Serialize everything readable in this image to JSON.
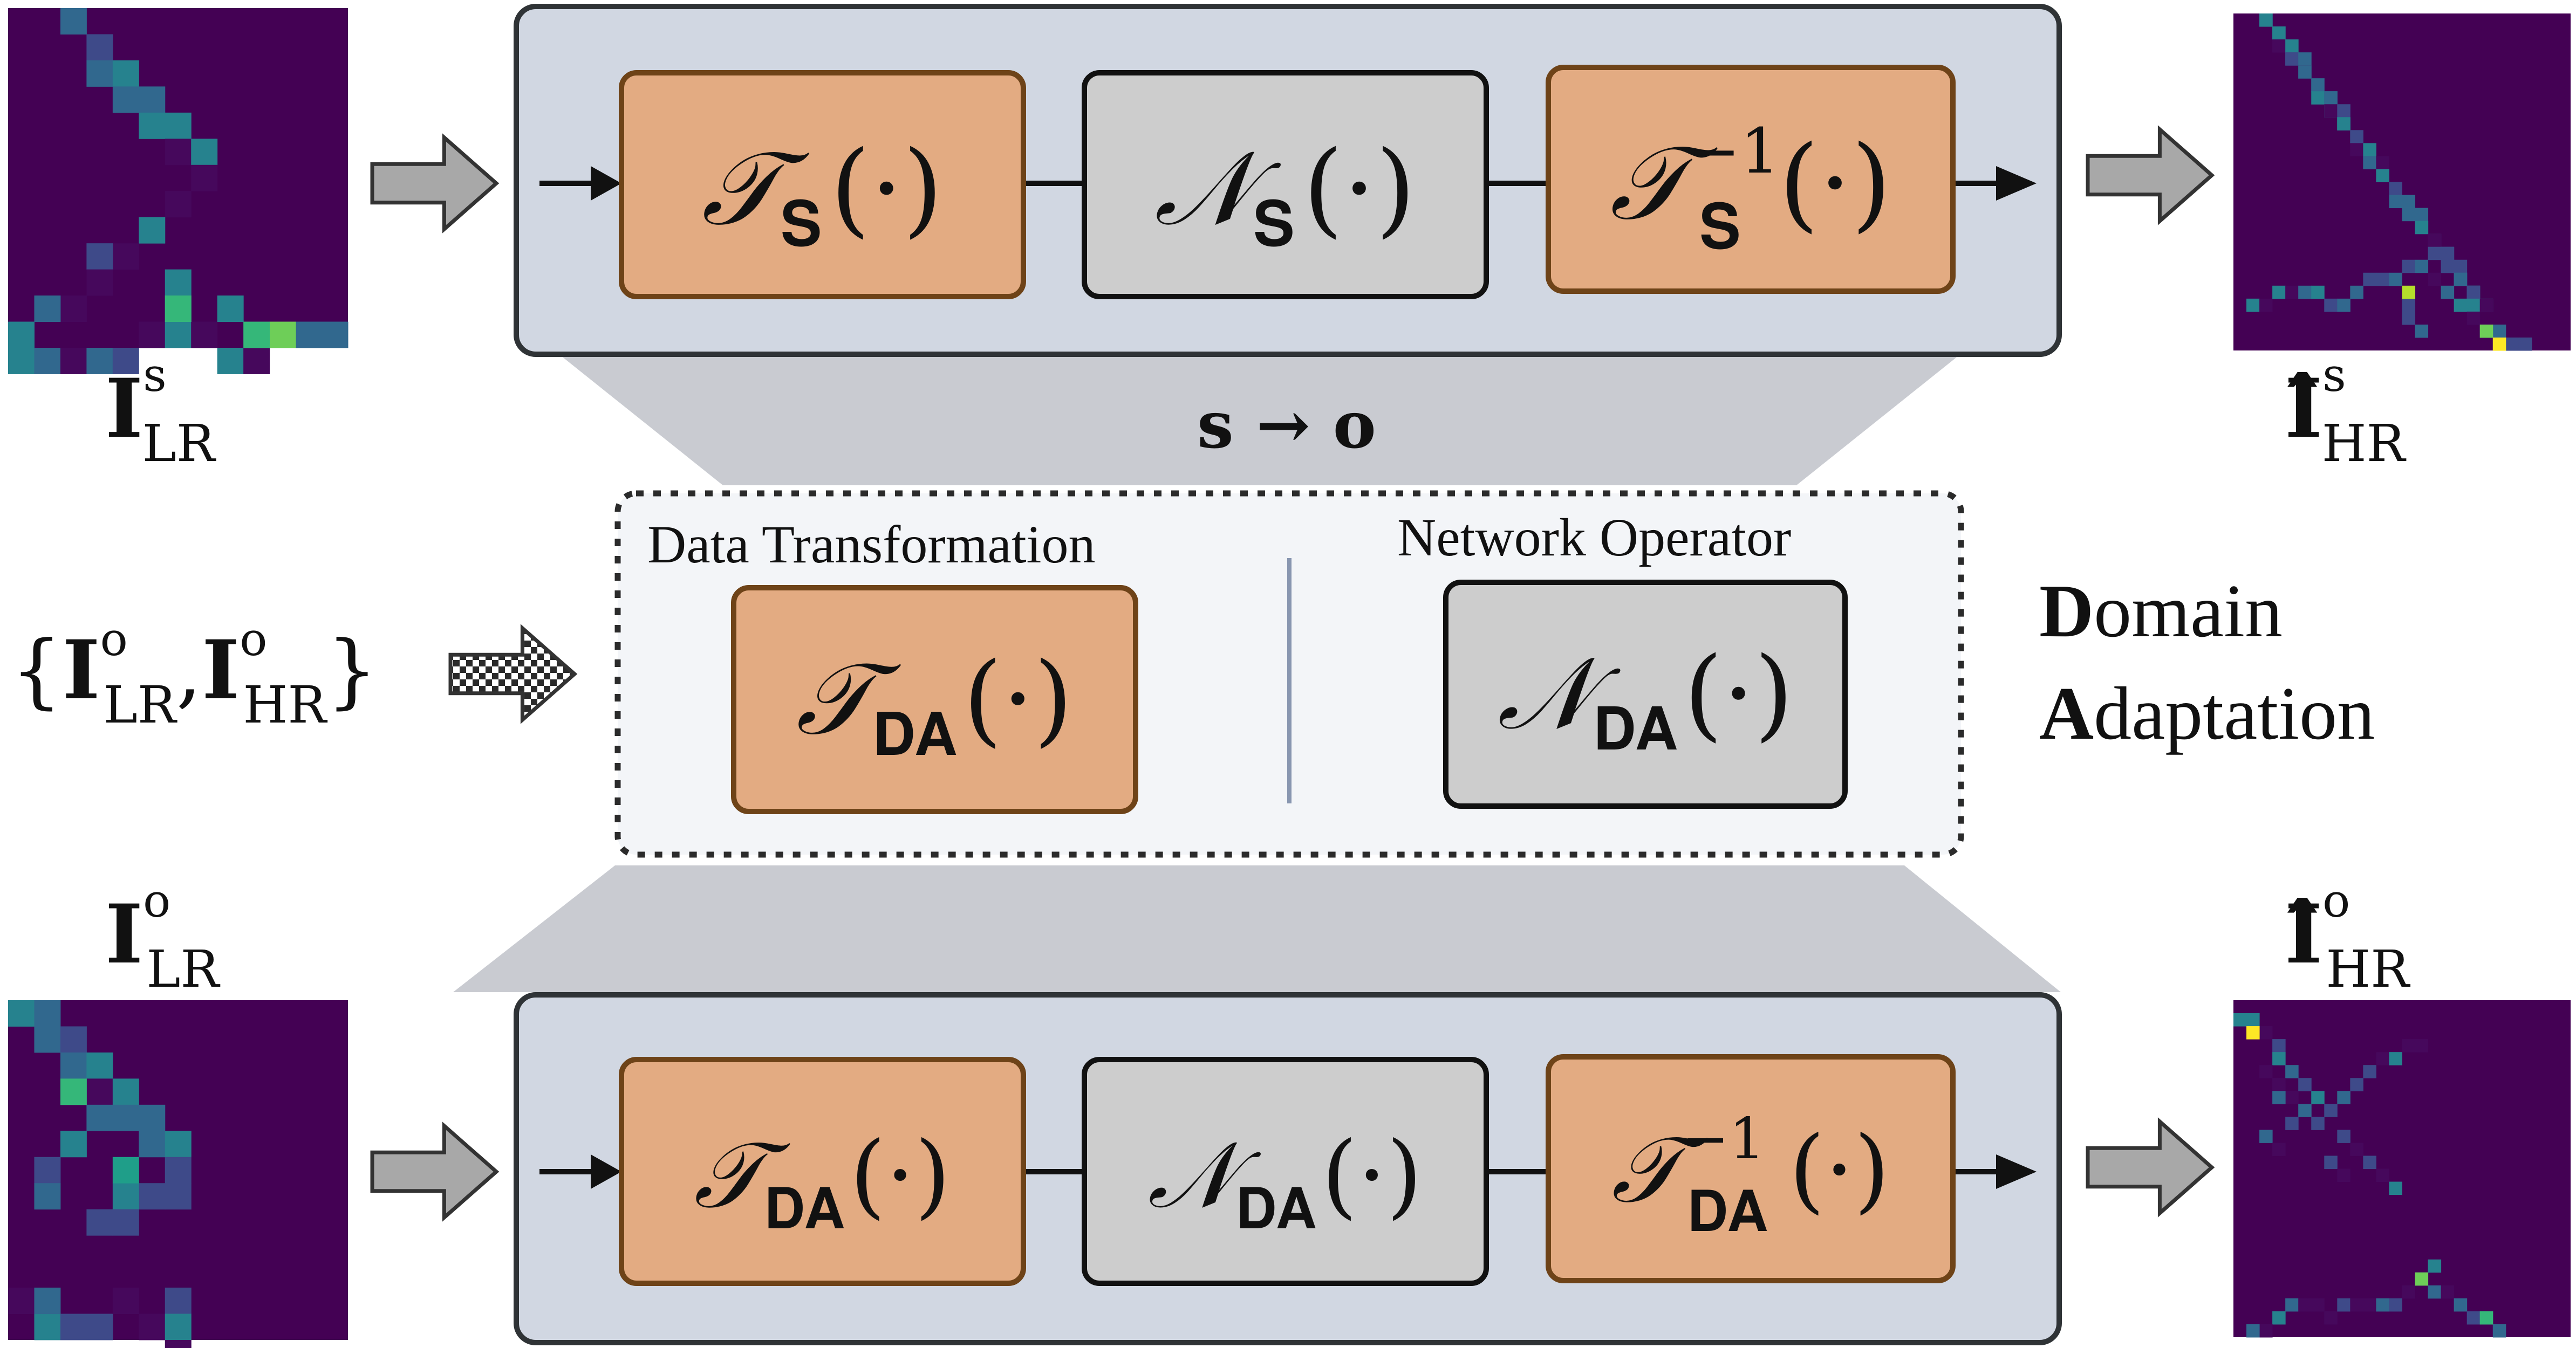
{
  "colors": {
    "orange_box": "#E3AB82",
    "orange_border": "#6E4318",
    "gray_box": "#CDCDCD",
    "panel_fill": "#D1D7E2",
    "panel_border": "#2F3336",
    "funnel": "#C9CBD1",
    "middle_fill": "#F3F5F8",
    "divider": "#8896B0",
    "arrow_gray": "#A8A8A8",
    "viridis_dark": "#440154"
  },
  "top_pipeline": {
    "boxes": [
      {
        "main": "𝒯",
        "sub": "𝐒",
        "sup": "",
        "arg": "(·)",
        "kind": "orange"
      },
      {
        "main": "𝒩",
        "sub": "𝐒",
        "sup": "",
        "arg": "(·)",
        "kind": "gray"
      },
      {
        "main": "𝒯",
        "sub": "𝐒",
        "sup": "−1",
        "arg": "(·)",
        "kind": "orange"
      }
    ]
  },
  "bottom_pipeline": {
    "boxes": [
      {
        "main": "𝒯",
        "sub": "𝐃𝐀",
        "sup": "",
        "arg": "(·)",
        "kind": "orange"
      },
      {
        "main": "𝒩",
        "sub": "𝐃𝐀",
        "sup": "",
        "arg": "(·)",
        "kind": "gray"
      },
      {
        "main": "𝒯",
        "sub": "𝐃𝐀",
        "sup": "−1",
        "arg": "(·)",
        "kind": "orange"
      }
    ]
  },
  "mapping_label": "𝐬 → 𝐨",
  "domain_adaptation": {
    "data_transformation_label": "Data Transformation",
    "network_operator_label": "Network Operator",
    "transform_box": {
      "main": "𝒯",
      "sub": "𝐃𝐀",
      "arg": "(·)"
    },
    "operator_box": {
      "main": "𝒩",
      "sub": "𝐃𝐀",
      "arg": "(·)"
    },
    "title_line1_initial": "D",
    "title_line1_rest": "omain",
    "title_line2_initial": "A",
    "title_line2_rest": "daptation"
  },
  "side_labels": {
    "top_input": {
      "main": "𝐈",
      "sup": "s",
      "sub": "LR"
    },
    "top_output": {
      "main": "𝐈̂",
      "sup": "s",
      "sub": "HR"
    },
    "bottom_input": {
      "main": "𝐈",
      "sup": "o",
      "sub": "LR"
    },
    "bottom_output": {
      "main": "𝐈̂",
      "sup": "o",
      "sub": "HR"
    },
    "data_set": {
      "open": "{",
      "a_main": "𝐈",
      "a_sup": "o",
      "a_sub": "LR",
      "comma": ",",
      "b_main": "𝐈",
      "b_sup": "o",
      "b_sub": "HR",
      "close": "}"
    }
  }
}
